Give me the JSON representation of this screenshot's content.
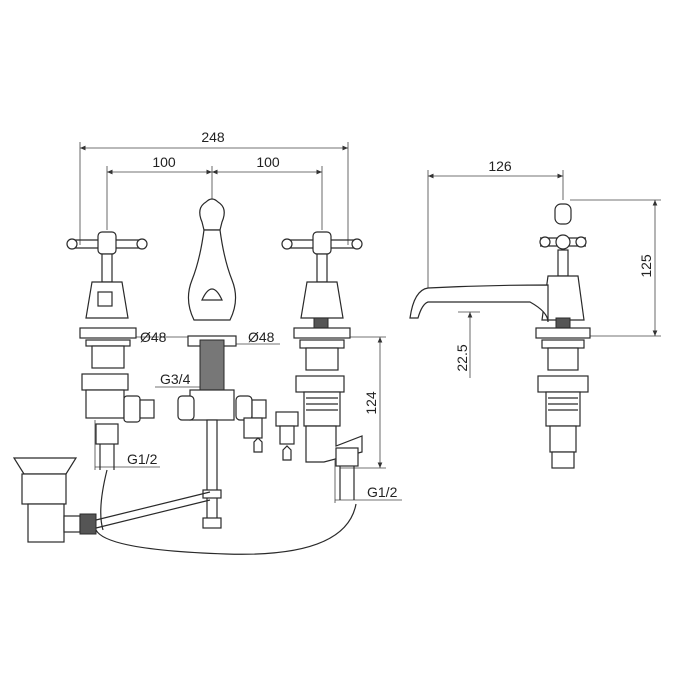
{
  "dimensions": {
    "overall_width": "248",
    "left_spacing": "100",
    "right_spacing": "100",
    "left_handle_diameter": "Ø48",
    "center_diameter": "Ø48",
    "spout_thread": "G3/4",
    "body_height": "124",
    "left_inlet_thread": "G1/2",
    "right_inlet_thread": "G1/2",
    "side_projection": "126",
    "side_height": "125",
    "spout_clearance": "22.5"
  },
  "colors": {
    "line": "#2a2a2a",
    "background": "#ffffff"
  }
}
